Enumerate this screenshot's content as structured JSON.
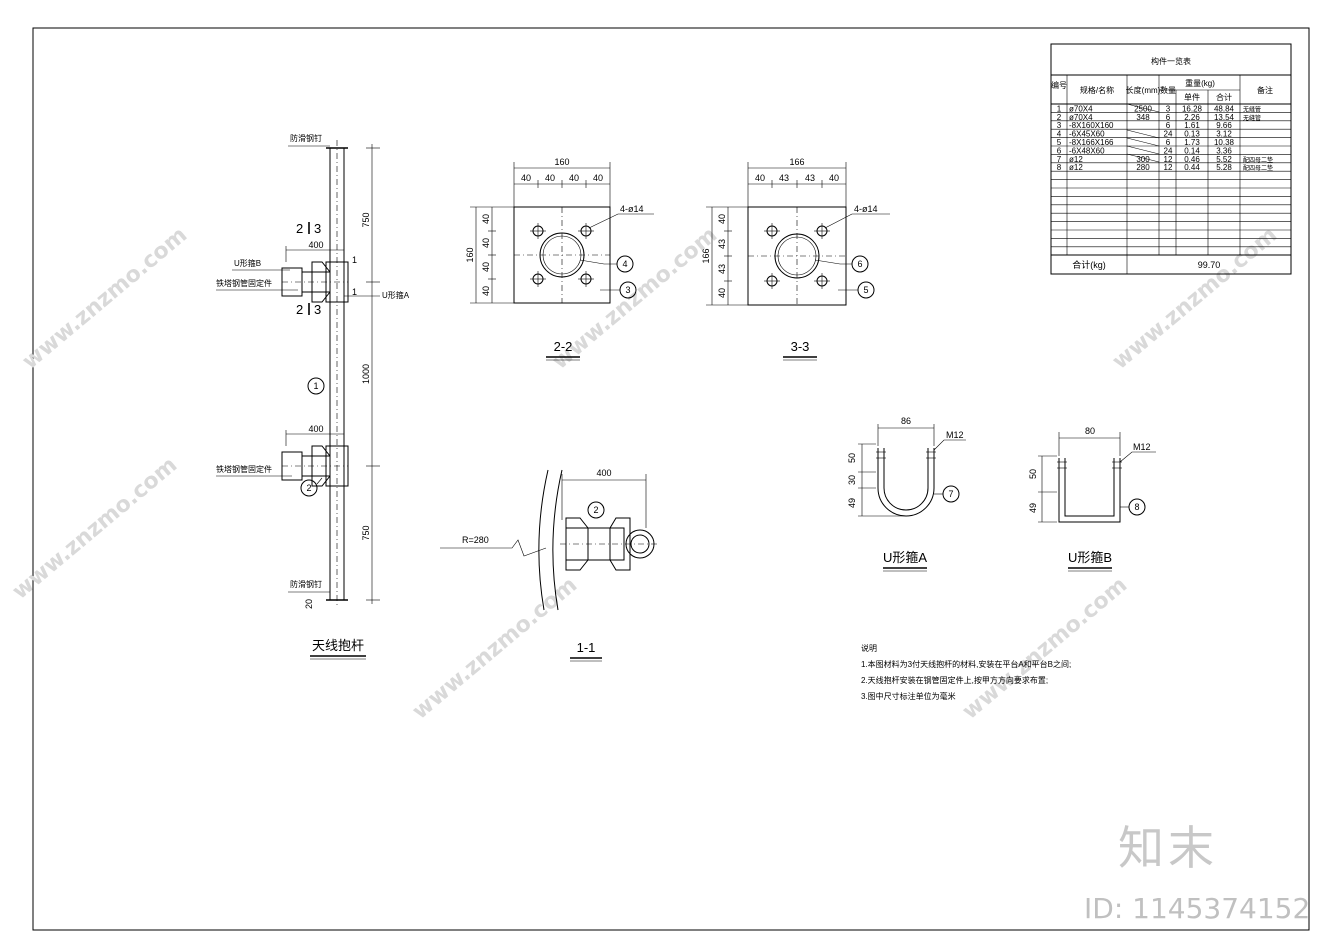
{
  "brand": "知末",
  "image_id": "ID: 1145374152",
  "watermark": "www.znzmo.com",
  "pole": {
    "title": "天线抱杆",
    "labels": {
      "top_cap": "防滑钢钉",
      "bottom_cap": "防滑钢钉",
      "u_b": "U形箍B",
      "u_a": "U形箍A",
      "fix1": "铁塔钢管固定件",
      "fix2": "铁塔钢管固定件"
    },
    "dims": {
      "d750a": "750",
      "d1000": "1000",
      "d750b": "750",
      "d400a": "400",
      "d400b": "400",
      "d20": "20"
    },
    "sections": {
      "s2": "2",
      "s3": "3",
      "s1": "1"
    },
    "balloons": {
      "b1": "1",
      "b2": "2"
    }
  },
  "view22": {
    "title": "2-2",
    "overall": "160",
    "top": [
      "40",
      "40",
      "40",
      "40"
    ],
    "left": [
      "40",
      "40",
      "40",
      "40"
    ],
    "side": "160",
    "holes": "4-ø14",
    "balloons": [
      "4",
      "3"
    ]
  },
  "view33": {
    "title": "3-3",
    "overall": "166",
    "top": [
      "40",
      "43",
      "43",
      "40"
    ],
    "left": [
      "40",
      "43",
      "43",
      "40"
    ],
    "side": "166",
    "holes": "4-ø14",
    "balloons": [
      "6",
      "5"
    ]
  },
  "view11": {
    "title": "1-1",
    "radius": "R=280",
    "dim": "400",
    "balloon": "2"
  },
  "ua": {
    "title": "U形箍A",
    "width": "86",
    "thread": "M12",
    "dims": [
      "50",
      "30",
      "49"
    ],
    "balloon": "7"
  },
  "ub": {
    "title": "U形箍B",
    "width": "80",
    "thread": "M12",
    "dims": [
      "50",
      "49"
    ],
    "balloon": "8"
  },
  "notes": {
    "heading": "说明",
    "lines": [
      "1.本图材料为3付天线抱杆的材料,安装在平台A和平台B之间;",
      "2.天线抱杆安装在钢管固定件上,按甲方方向要求布置;",
      "3.图中尺寸标注单位为毫米"
    ]
  },
  "table": {
    "title": "构件一览表",
    "headers": {
      "no": "编号",
      "spec": "规格/名称",
      "length": "长度(mm)",
      "qty": "数量",
      "weight": "重量(kg)",
      "unit": "单件",
      "total": "合计",
      "remark": "备注"
    },
    "rows": [
      [
        "1",
        "ø70X4",
        "2500",
        "3",
        "16.28",
        "48.84",
        "无缝管"
      ],
      [
        "2",
        "ø70X4",
        "348",
        "6",
        "2.26",
        "13.54",
        "无缝管"
      ],
      [
        "3",
        "-8X160X160",
        "",
        "6",
        "1.61",
        "9.66",
        ""
      ],
      [
        "4",
        "-6X45X60",
        "",
        "24",
        "0.13",
        "3.12",
        ""
      ],
      [
        "5",
        "-8X166X166",
        "",
        "6",
        "1.73",
        "10.38",
        ""
      ],
      [
        "6",
        "-6X48X60",
        "",
        "24",
        "0.14",
        "3.36",
        ""
      ],
      [
        "7",
        "ø12",
        "300",
        "12",
        "0.46",
        "5.52",
        "配四母二垫"
      ],
      [
        "8",
        "ø12",
        "280",
        "12",
        "0.44",
        "5.28",
        "配四母二垫"
      ]
    ],
    "sum_label": "合计(kg)",
    "sum_value": "99.70"
  }
}
